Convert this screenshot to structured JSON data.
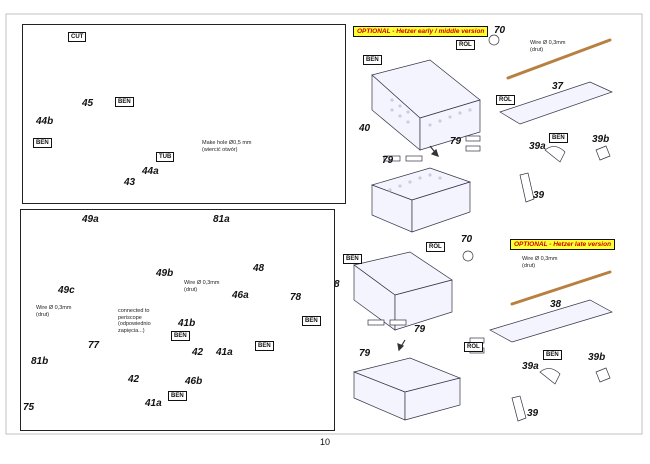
{
  "page_number": "10",
  "panel_a": {
    "tags": {
      "cut": "CUT",
      "ben1": "BEN",
      "ben2": "BEN",
      "tub": "TUB"
    },
    "labels": {
      "p45": "45",
      "p44b": "44b",
      "p43": "43",
      "p44a": "44a"
    },
    "note": "Make hole Ø0,5 mm\n(wiercić otwór)"
  },
  "panel_b": {
    "option": "OPTIONAL - Hetzer early / middle version",
    "tags": {
      "ben1": "BEN",
      "rol1": "ROL",
      "rol2": "ROL",
      "ben2": "BEN"
    },
    "labels": {
      "p70": "70",
      "p37": "37",
      "p40": "40",
      "p79a": "79",
      "p79b": "79",
      "p39a": "39a",
      "p39b": "39b",
      "p39": "39"
    },
    "wire": "Wire Ø 0,3mm\n(drut)"
  },
  "panel_c": {
    "labels": {
      "p49a": "49a",
      "p81a": "81a",
      "p49b": "49b",
      "p48": "48",
      "p49c": "49c",
      "p46a": "46a",
      "p78": "78",
      "p41b": "41b",
      "p77": "77",
      "p81b": "81b",
      "p42a": "42",
      "p41a": "41a",
      "p42b": "42",
      "p46b": "46b",
      "p75": "75",
      "p41a2": "41a"
    },
    "tags": {
      "ben1": "BEN",
      "ben2": "BEN",
      "ben3": "BEN",
      "ben4": "BEN"
    },
    "wire1": "Wire Ø 0,3mm\n(drut)",
    "wire2": "Wire Ø 0,3mm\n(drut)",
    "note": "connected to\nperiscope\n(odpowiednio\nzapięcia...)"
  },
  "panel_d": {
    "option": "OPTIONAL - Hetzer late version",
    "tags": {
      "ben1": "BEN",
      "rol1": "ROL",
      "rol2": "ROL",
      "ben2": "BEN"
    },
    "labels": {
      "p70": "70",
      "p8": "8",
      "p38": "38",
      "p79a": "79",
      "p79b": "79",
      "p39a": "39a",
      "p39b": "39b",
      "p39": "39"
    },
    "wire": "Wire Ø 0,3mm\n(drut)"
  }
}
